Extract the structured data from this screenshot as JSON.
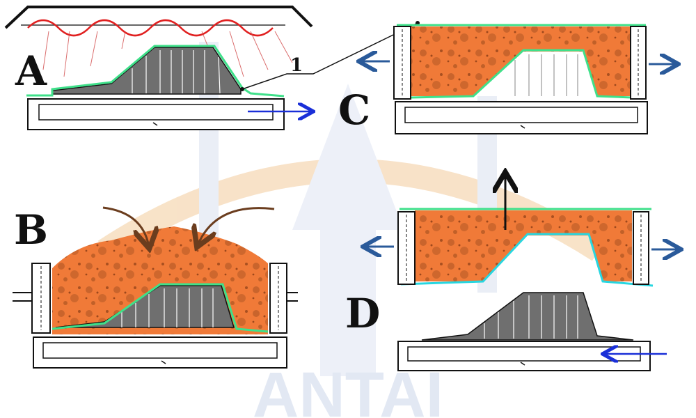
{
  "watermark": {
    "text": "ANTAI",
    "color": "#dfe6f3",
    "arc_color": "#f6d9b6"
  },
  "colors": {
    "foam": "#f07a38",
    "foam_dots": "#8a3a12",
    "mold": "#6f6f6f",
    "film": "#3fe08a",
    "film_cyan": "#28d6e0",
    "outline": "#111111",
    "arrow_blue": "#2a5a9a",
    "arrow_vivid": "#1a2fd8",
    "arrow_brown": "#6b3d1e",
    "heater": "#e02020"
  },
  "panels": {
    "A": {
      "label": "A",
      "callout": "1"
    },
    "B": {
      "label": "B"
    },
    "C": {
      "label": "C"
    },
    "D": {
      "label": "D"
    }
  }
}
